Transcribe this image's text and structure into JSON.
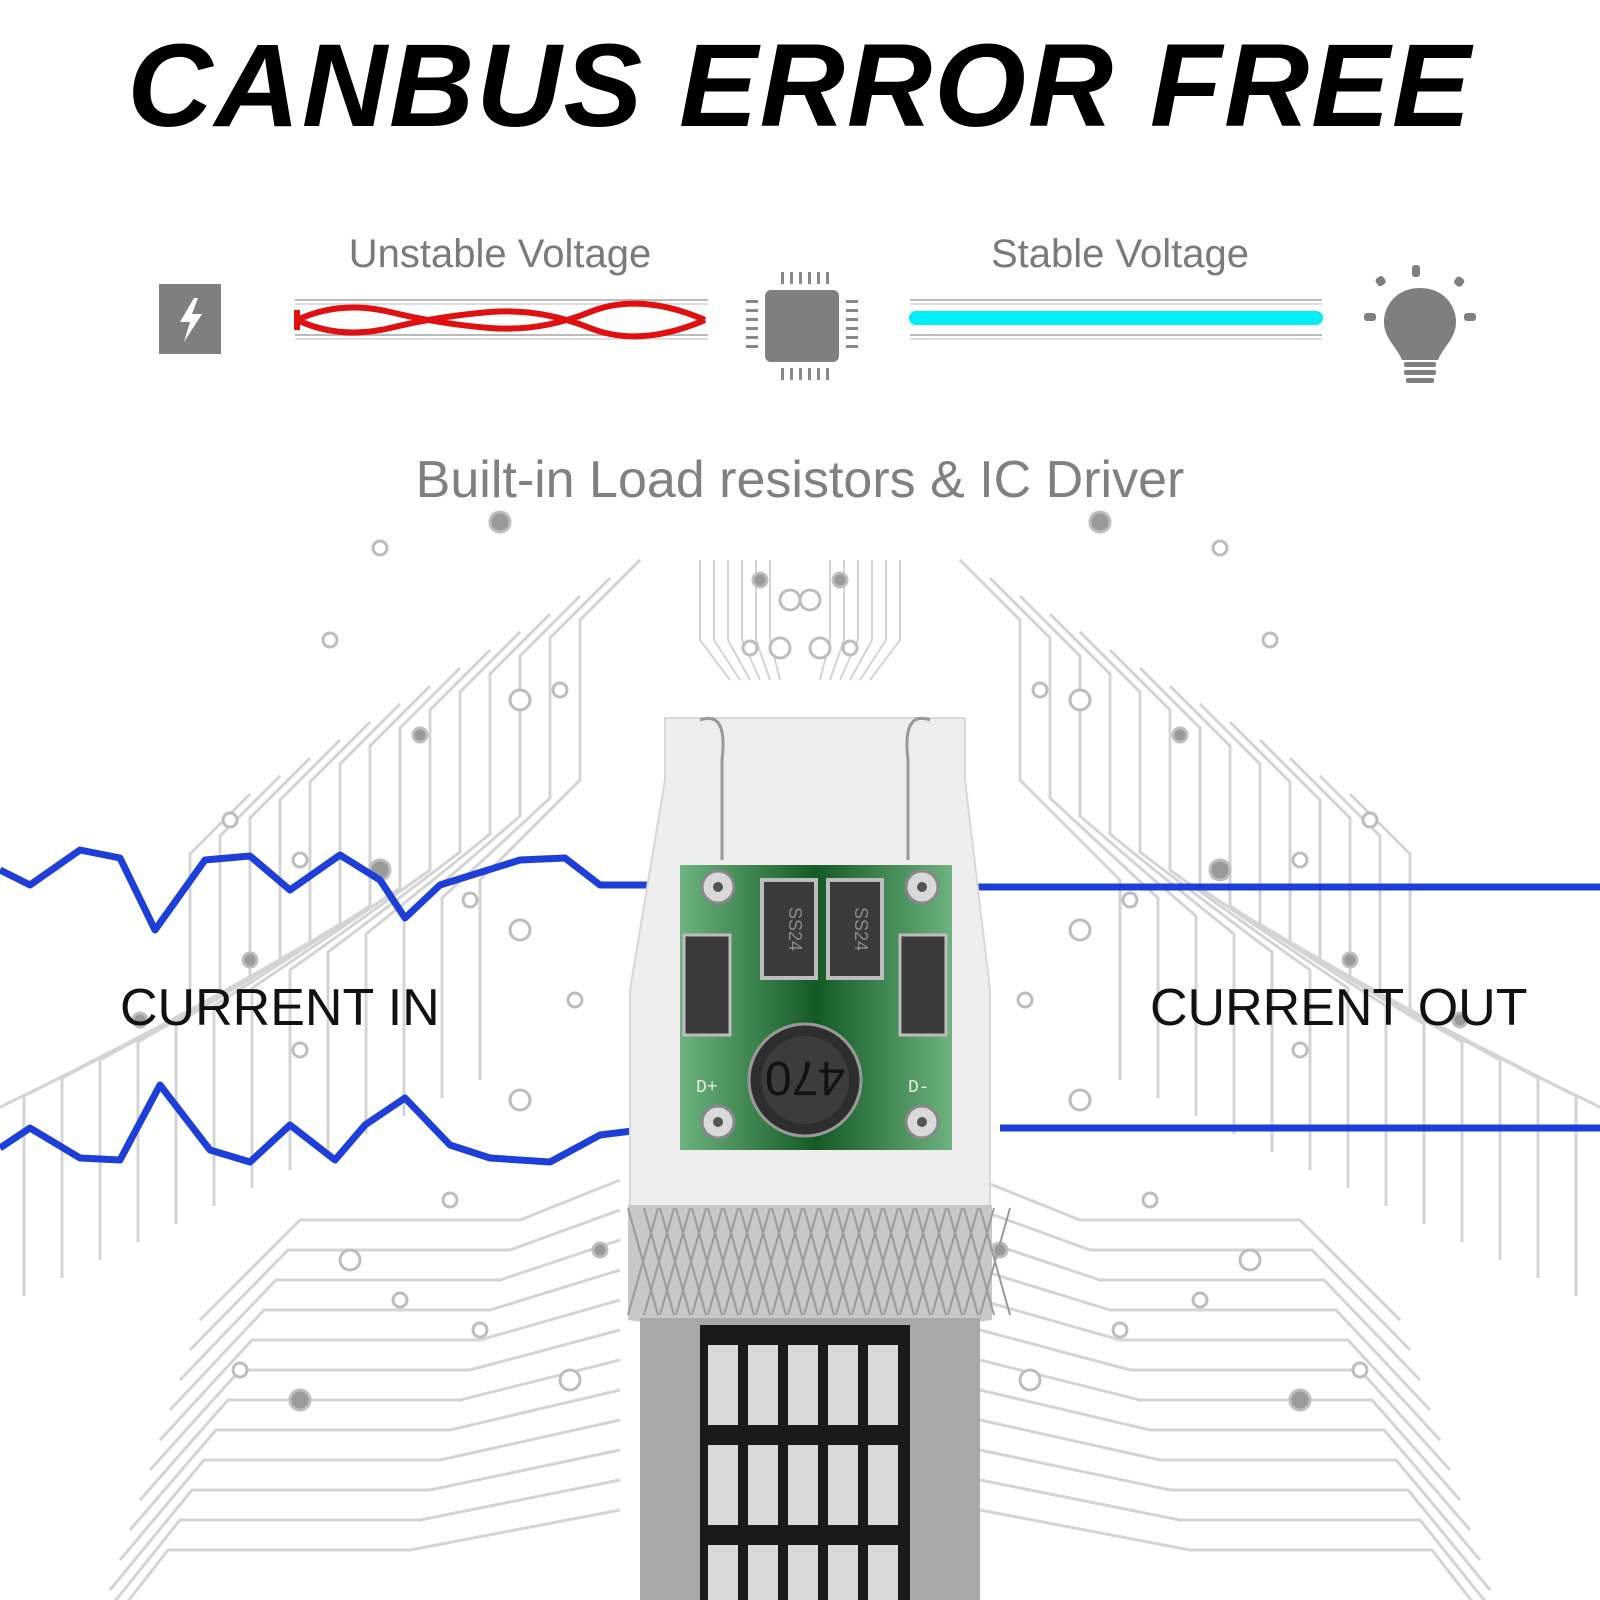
{
  "headline": "CANBUS ERROR FREE",
  "voltage_diagram": {
    "unstable_label": "Unstable Voltage",
    "stable_label": "Stable Voltage",
    "power_icon": "lightning-icon",
    "chip_icon": "microchip-icon",
    "bulb_icon": "light-bulb-icon",
    "unstable_color": "#e01010",
    "stable_color": "#00eef4"
  },
  "caption": "Built-in Load resistors & IC Driver",
  "current_in_label": "CURRENT IN",
  "current_out_label": "CURRENT OUT",
  "board": {
    "inductor_marking": "470",
    "diode_marking": "SS24",
    "pad_plus": "D+",
    "pad_minus": "D-"
  },
  "colors": {
    "wave": "#1d3fd8",
    "pcb": "#1f8a3a",
    "circuit_lines": "#cfcfcf"
  }
}
